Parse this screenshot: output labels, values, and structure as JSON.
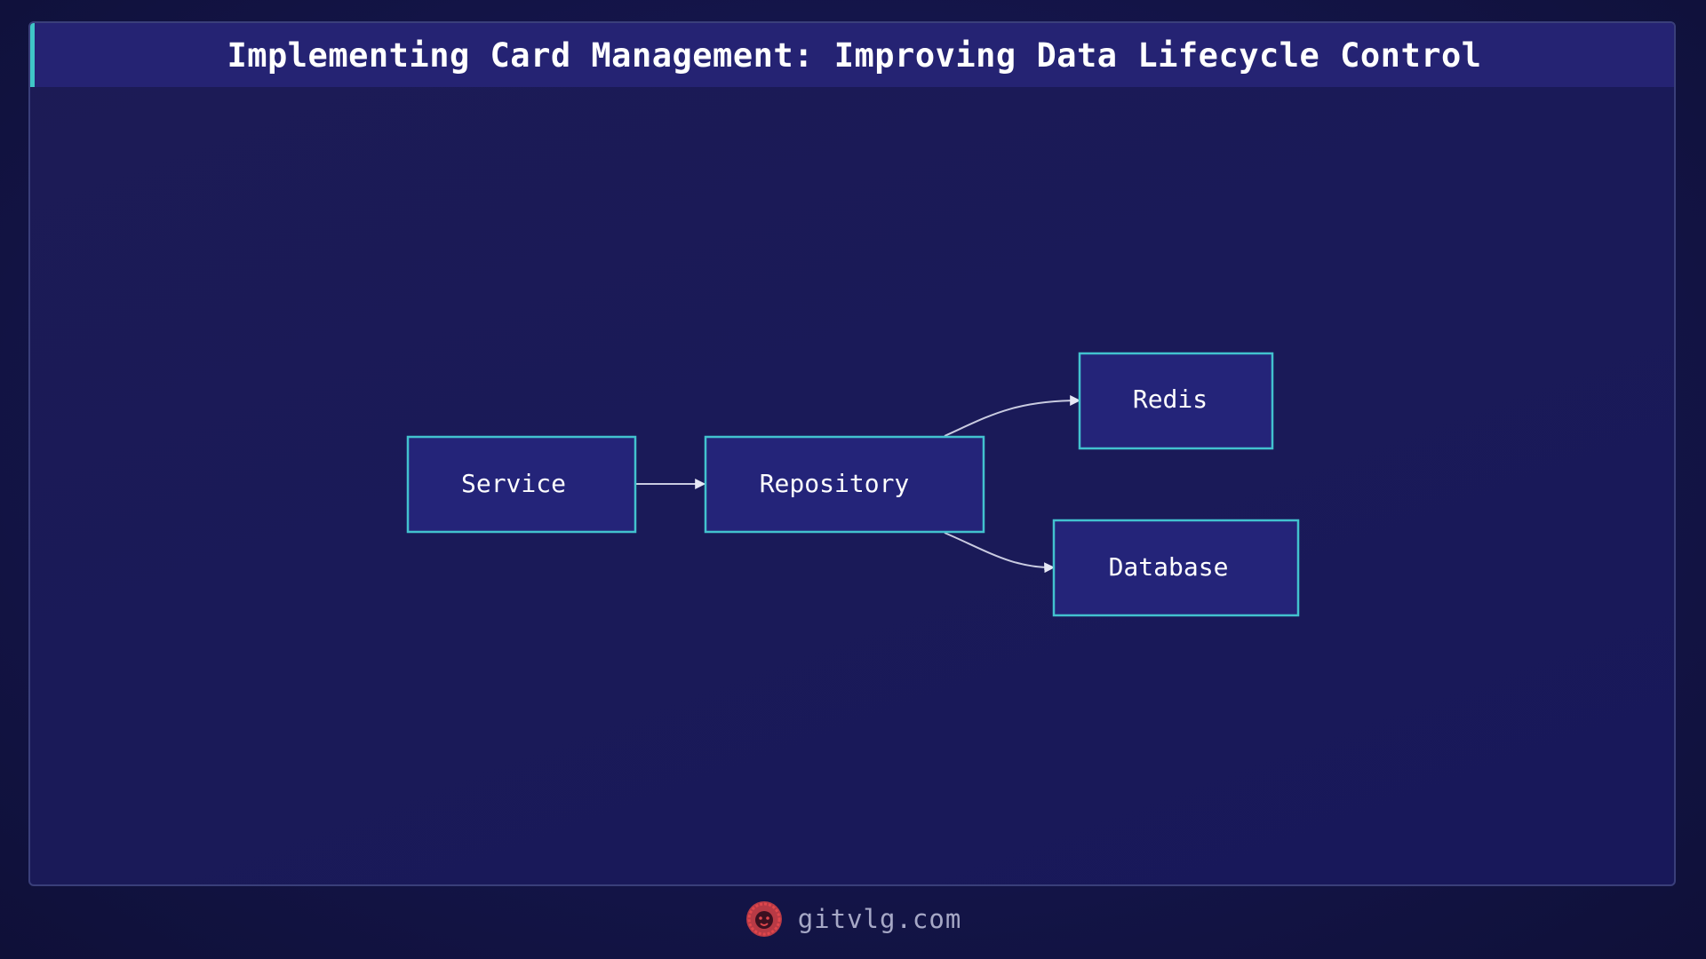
{
  "title": "Implementing Card Management: Improving Data Lifecycle Control",
  "diagram": {
    "nodes": [
      {
        "id": "service",
        "label": "Service"
      },
      {
        "id": "repository",
        "label": "Repository"
      },
      {
        "id": "redis",
        "label": "Redis"
      },
      {
        "id": "database",
        "label": "Database"
      }
    ],
    "edges": [
      {
        "from": "service",
        "to": "repository"
      },
      {
        "from": "repository",
        "to": "redis"
      },
      {
        "from": "repository",
        "to": "database"
      }
    ]
  },
  "footer": {
    "site": "gitvlg.com",
    "logo_icon": "lion-logo-icon"
  },
  "colors": {
    "background": "#14154a",
    "title_bar": "#252373",
    "accent": "#3fc6c6",
    "node_fill": "#242479",
    "node_border": "#42c2cf",
    "logo": "#e0474c"
  }
}
